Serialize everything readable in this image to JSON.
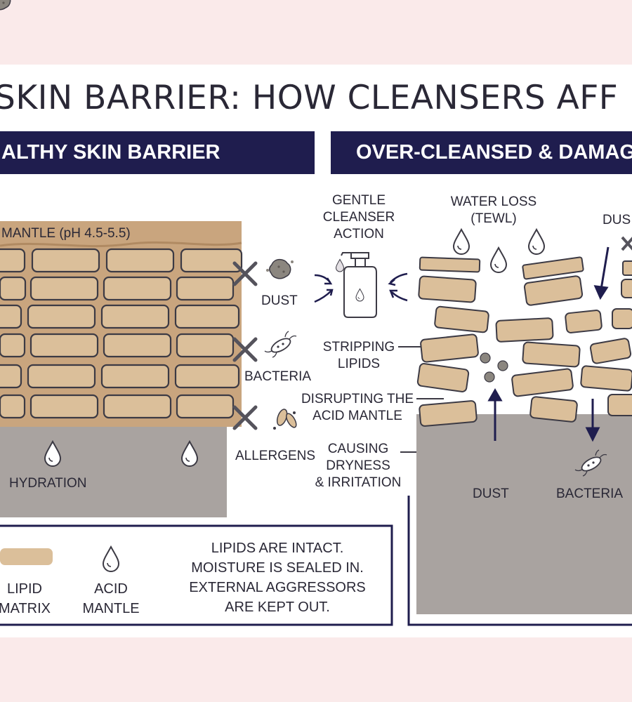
{
  "title": "SKIN BARRIER: HOW CLEANSERS AFF",
  "panels": {
    "healthy": {
      "heading": "ALTHY SKIN BARRIER",
      "acid_mantle": "MANTLE (pH 4.5-5.5)",
      "hydration": "HYDRATION"
    },
    "damaged": {
      "heading": "OVER-CLEANSED & DAMAG"
    }
  },
  "blocked": {
    "dust": "DUST",
    "bacteria": "BACTERIA",
    "allergens": "ALLERGENS"
  },
  "cleanser": {
    "line1": "GENTLE",
    "line2": "CLEANSER",
    "line3": "ACTION"
  },
  "effects": {
    "stripping": [
      "STRIPPING",
      "LIPIDS"
    ],
    "disrupting": [
      "DISRUPTING THE",
      "ACID MANTLE"
    ],
    "causing": [
      "CAUSING",
      "DRYNESS",
      "& IRRITATION"
    ]
  },
  "damaged_labels": {
    "water_loss": [
      "WATER LOSS",
      "(TEWL)"
    ],
    "dust_top": "DUS",
    "dust": "DUST",
    "bacteria": "BACTERIA"
  },
  "legend": {
    "lipid": [
      "LIPID",
      "MATRIX"
    ],
    "acid": [
      "ACID",
      "MANTLE"
    ],
    "summary": [
      "LIPIDS ARE INTACT.",
      "MOISTURE IS SEALED IN.",
      "EXTERNAL AGGRESSORS",
      "ARE KEPT OUT."
    ]
  },
  "colors": {
    "navy": "#1f1d4e",
    "tan": "#dbbf9a",
    "mortar": "#c9a57e",
    "grey": "#a9a3a0",
    "ink": "#3c3a44"
  }
}
